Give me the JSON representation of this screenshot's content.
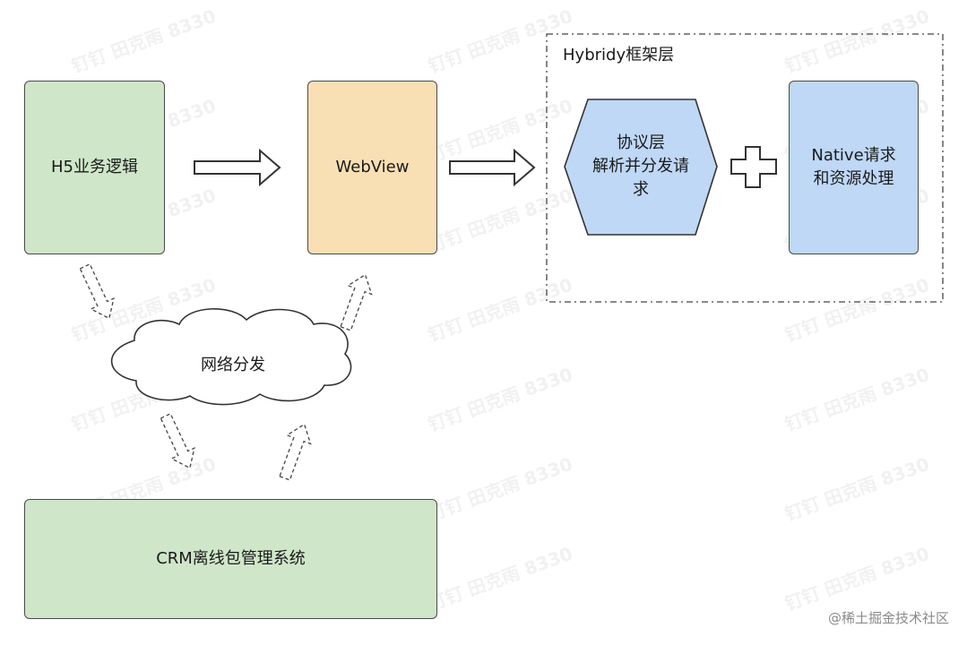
{
  "nodes": {
    "h5": "H5业务逻辑",
    "webview": "WebView",
    "frame_title": "Hybridy框架层",
    "protocol": "协议层\n解析并分发请\n求",
    "native": "Native请求\n和资源处理",
    "network": "网络分发",
    "crm": "CRM离线包管理系统"
  },
  "watermark": "钉钉 田克雨 8330",
  "credit": "@稀土掘金技术社区",
  "colors": {
    "green": "#cfe6c9",
    "orange": "#f8dfb4",
    "blue": "#bed8f5"
  }
}
